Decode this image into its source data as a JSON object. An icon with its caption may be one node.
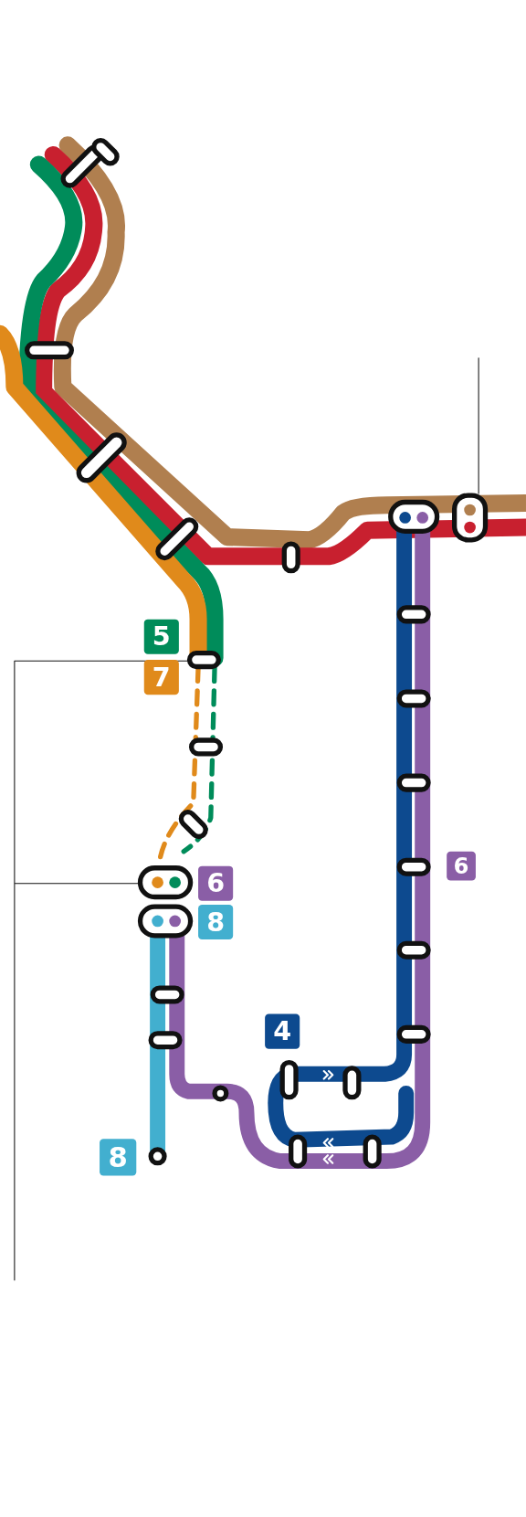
{
  "diagram": {
    "labels": [
      "5",
      "7",
      "6",
      "8",
      "4",
      "6",
      "8"
    ]
  }
}
